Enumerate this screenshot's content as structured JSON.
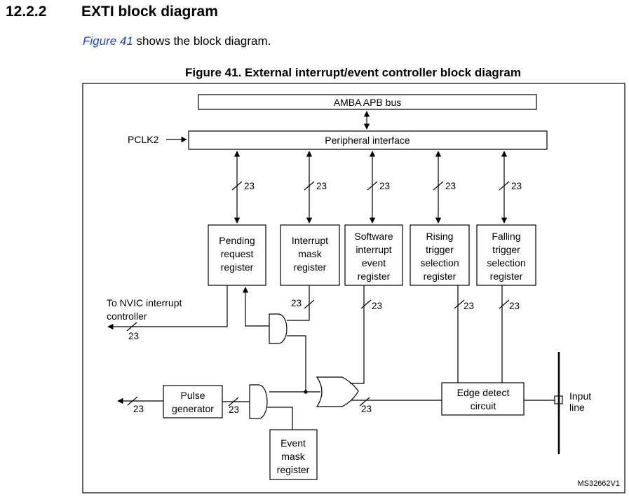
{
  "section": {
    "number": "12.2.2",
    "title": "EXTI block diagram"
  },
  "intro": {
    "link_text": "Figure 41",
    "rest_text": " shows the block diagram."
  },
  "figure": {
    "caption": "Figure 41. External interrupt/event controller block diagram",
    "code": "MS32662V1"
  },
  "diagram": {
    "amba_bus": "AMBA APB bus",
    "pclk": "PCLK2",
    "peripheral_interface": "Peripheral interface",
    "bus_width": "23",
    "registers": {
      "pending": [
        "Pending",
        "request",
        "register"
      ],
      "interrupt_mask": [
        "Interrupt",
        "mask",
        "register"
      ],
      "software_interrupt": [
        "Software",
        "interrupt",
        "event",
        "register"
      ],
      "rising_trigger": [
        "Rising",
        "trigger",
        "selection",
        "register"
      ],
      "falling_trigger": [
        "Falling",
        "trigger",
        "selection",
        "register"
      ],
      "event_mask": [
        "Event",
        "mask",
        "register"
      ]
    },
    "nvic_output": [
      "To NVIC interrupt",
      "controller"
    ],
    "pulse_generator": [
      "Pulse",
      "generator"
    ],
    "edge_detect": [
      "Edge detect",
      "circuit"
    ],
    "input_line": [
      "Input",
      "line"
    ]
  }
}
